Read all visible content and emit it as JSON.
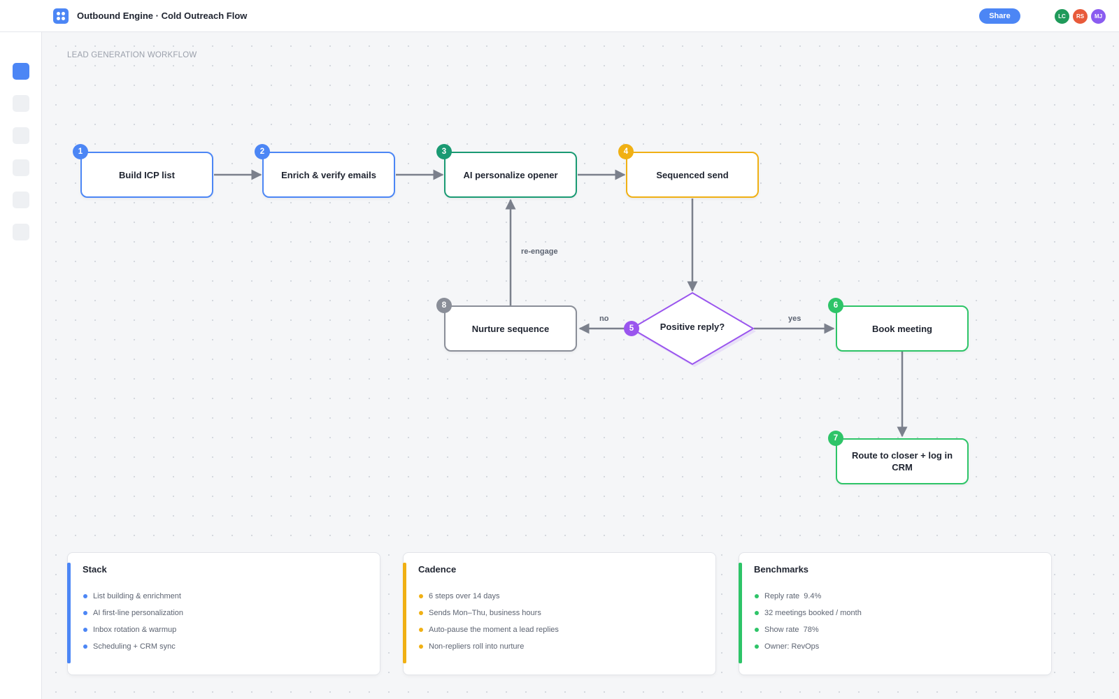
{
  "app": {
    "title": "Outbound Engine · Cold Outreach Flow",
    "share_label": "Share",
    "avatars": [
      {
        "initials": "LC",
        "color": "#1f9a5a"
      },
      {
        "initials": "RS",
        "color": "#e85a3a"
      },
      {
        "initials": "MJ",
        "color": "#8a5cf0"
      }
    ]
  },
  "canvas": {
    "label": "LEAD GENERATION WORKFLOW"
  },
  "nodes": [
    {
      "num": "1",
      "label": "Build ICP list",
      "color": "#4c86f5"
    },
    {
      "num": "2",
      "label": "Enrich & verify emails",
      "color": "#4c86f5"
    },
    {
      "num": "3",
      "label": "AI personalize opener",
      "color": "#1a9a73"
    },
    {
      "num": "4",
      "label": "Sequenced send",
      "color": "#f0b014"
    },
    {
      "num": "5",
      "label": "Positive reply?",
      "color": "#9a55ee"
    },
    {
      "num": "6",
      "label": "Book meeting",
      "color": "#2ec468"
    },
    {
      "num": "7",
      "label": "Route to closer + log in CRM",
      "color": "#2ec468"
    },
    {
      "num": "8",
      "label": "Nurture sequence",
      "color": "#8a8e98"
    }
  ],
  "edges": {
    "reengage": "re-engage",
    "no": "no",
    "yes": "yes"
  },
  "cards": [
    {
      "title": "Stack",
      "color": "#4c86f5",
      "items": [
        "List building & enrichment",
        "AI first-line personalization",
        "Inbox rotation & warmup",
        "Scheduling + CRM sync"
      ]
    },
    {
      "title": "Cadence",
      "color": "#f0b014",
      "items": [
        "6 steps over 14 days",
        "Sends Mon–Thu, business hours",
        "Auto-pause the moment a lead replies",
        "Non-repliers roll into nurture"
      ]
    },
    {
      "title": "Benchmarks",
      "color": "#2ec468",
      "items": [
        "Reply rate  9.4%",
        "32 meetings booked / month",
        "Show rate  78%",
        "Owner: RevOps"
      ]
    }
  ]
}
